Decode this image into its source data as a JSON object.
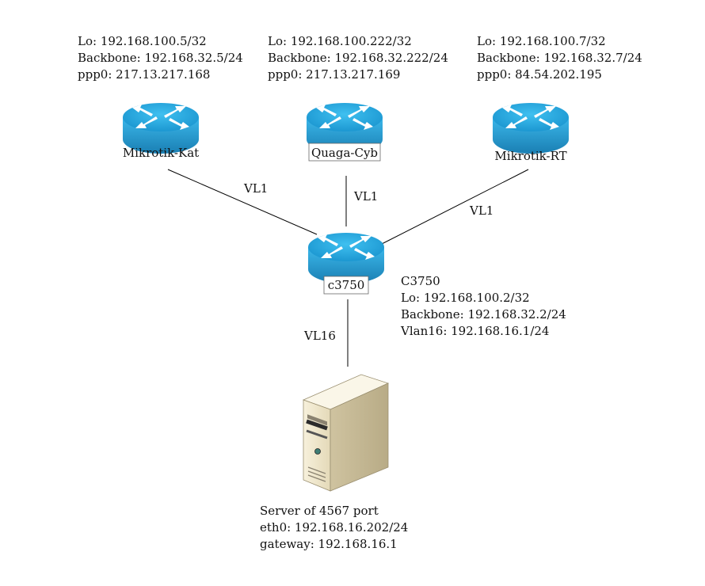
{
  "routers": [
    {
      "label": "Mikrotik-Kat",
      "info": [
        "Lo: 192.168.100.5/32",
        "Backbone: 192.168.32.5/24",
        "ppp0: 217.13.217.168"
      ]
    },
    {
      "label": "Quaga-Cyb",
      "info": [
        "Lo: 192.168.100.222/32",
        "Backbone: 192.168.32.222/24",
        "ppp0: 217.13.217.169"
      ]
    },
    {
      "label": "Mikrotik-RT",
      "info": [
        "Lo: 192.168.100.7/32",
        "Backbone: 192.168.32.7/24",
        "ppp0: 84.54.202.195"
      ]
    },
    {
      "label": "c3750",
      "info": [
        "C3750",
        "Lo: 192.168.100.2/32",
        "Backbone: 192.168.32.2/24",
        "Vlan16: 192.168.16.1/24"
      ]
    }
  ],
  "links": [
    {
      "label": "VL1"
    },
    {
      "label": "VL1"
    },
    {
      "label": "VL1"
    },
    {
      "label": "VL16"
    }
  ],
  "server": {
    "info": [
      "Server of 4567 port",
      "eth0: 192.168.16.202/24",
      "gateway: 192.168.16.1"
    ]
  },
  "colors": {
    "router_top": "#29a9e0",
    "router_side": "#1b8fc6",
    "router_arrow": "#ffffff",
    "server_body": "#efe6cc",
    "line": "#000000"
  }
}
